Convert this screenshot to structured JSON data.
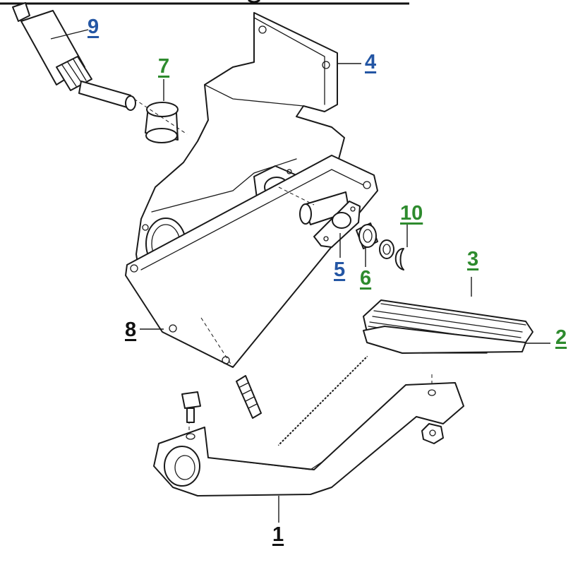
{
  "colors": {
    "callout_blue": "#2456a4",
    "callout_green": "#2e8b2e",
    "callout_black": "#111111",
    "line": "#1a1a1a"
  },
  "callouts": {
    "c1": "1",
    "c2": "2",
    "c3": "3",
    "c4": "4",
    "c5": "5",
    "c6": "6",
    "c7": "7",
    "c8": "8",
    "c9": "9",
    "c10": "10"
  }
}
